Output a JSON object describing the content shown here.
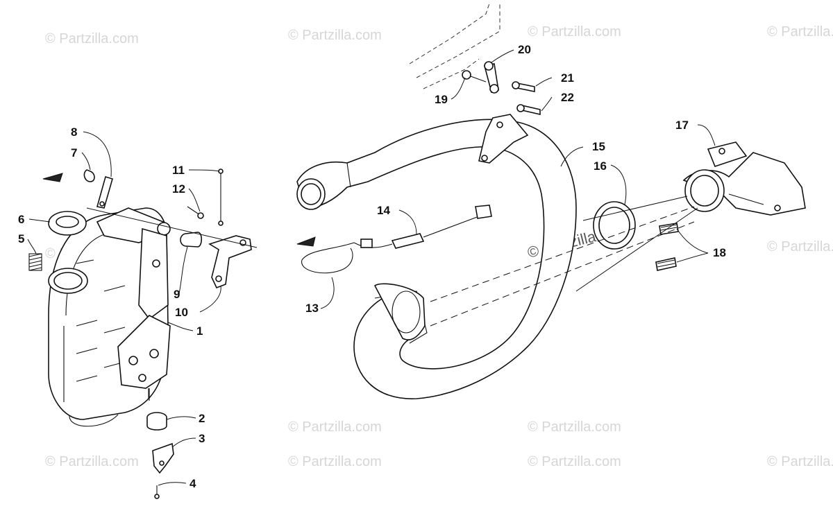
{
  "watermark": {
    "text": "© Partzilla.com",
    "center_text": "© Partzilla.com"
  },
  "callouts": [
    {
      "label": "1"
    },
    {
      "label": "2"
    },
    {
      "label": "3"
    },
    {
      "label": "4"
    },
    {
      "label": "5"
    },
    {
      "label": "6"
    },
    {
      "label": "7"
    },
    {
      "label": "8"
    },
    {
      "label": "9"
    },
    {
      "label": "10"
    },
    {
      "label": "11"
    },
    {
      "label": "12"
    },
    {
      "label": "13"
    },
    {
      "label": "14"
    },
    {
      "label": "15"
    },
    {
      "label": "16"
    },
    {
      "label": "17"
    },
    {
      "label": "18"
    },
    {
      "label": "19"
    },
    {
      "label": "20"
    },
    {
      "label": "21"
    },
    {
      "label": "22"
    }
  ],
  "colors": {
    "line": "#111111",
    "watermark": "#d6d6d6",
    "background": "#ffffff"
  }
}
